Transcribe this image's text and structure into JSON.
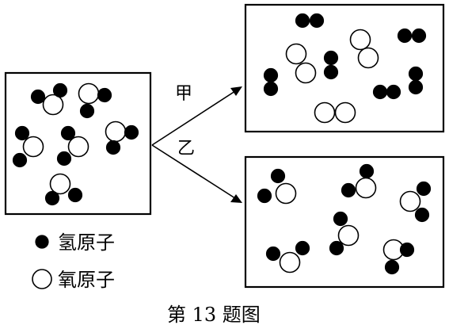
{
  "labels": {
    "path_a": "甲",
    "path_b": "乙"
  },
  "legend": {
    "hydrogen": "氢原子",
    "oxygen": "氧原子"
  },
  "caption": "第 13 题图",
  "colors": {
    "hydrogen_fill": "#000000",
    "oxygen_fill": "#ffffff",
    "stroke": "#000000"
  }
}
